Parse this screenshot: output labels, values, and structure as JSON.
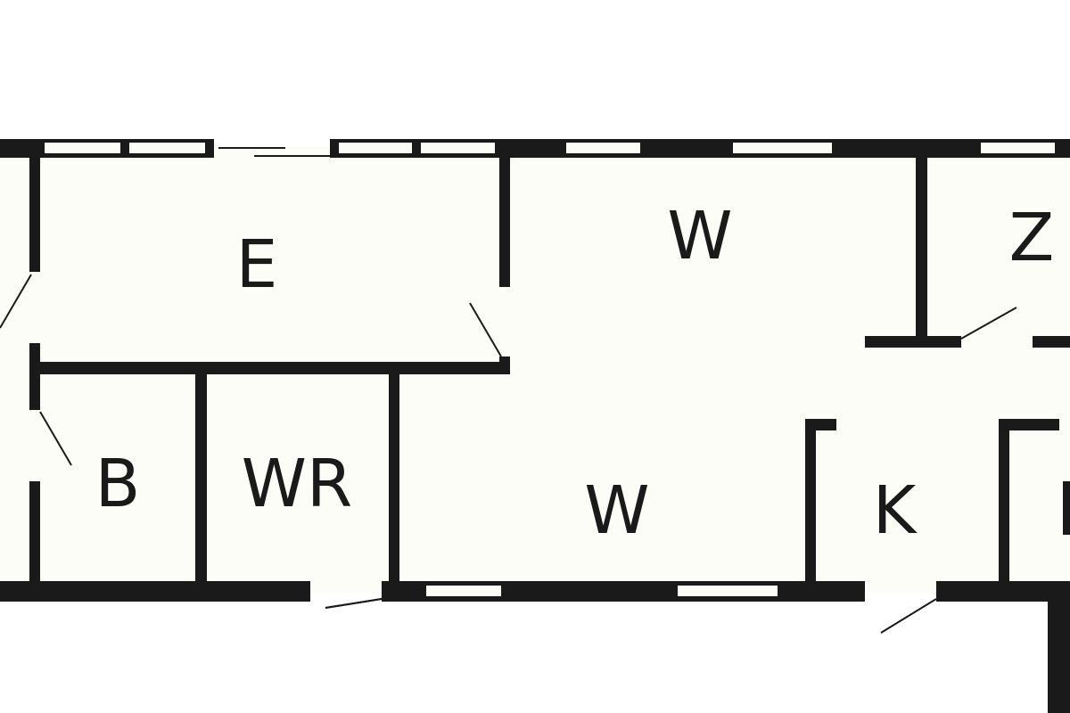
{
  "plan": {
    "rooms": [
      {
        "id": "room-e",
        "label": "E"
      },
      {
        "id": "room-w-top",
        "label": "W"
      },
      {
        "id": "room-z",
        "label": "Z"
      },
      {
        "id": "room-b",
        "label": "B"
      },
      {
        "id": "room-wr",
        "label": "WR"
      },
      {
        "id": "room-w-bottom",
        "label": "W"
      },
      {
        "id": "room-k",
        "label": "K"
      }
    ],
    "colors": {
      "wall": "#1a1a1a",
      "floor": "#fdfdf8",
      "background": "#ffffff"
    }
  }
}
